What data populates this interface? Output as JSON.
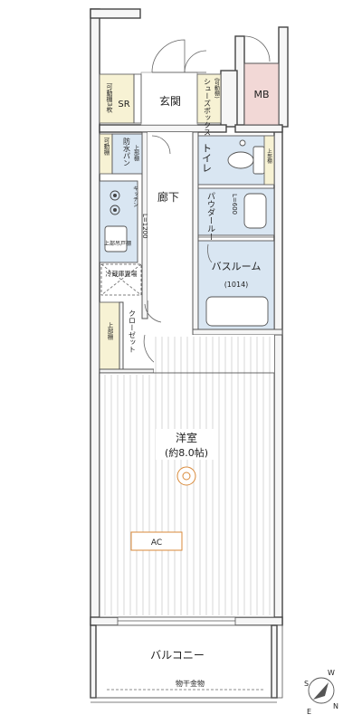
{
  "rooms": {
    "entrance": "玄関",
    "corridor": "廊下",
    "toilet": "トイレ",
    "powder_room": "パウダールーム",
    "bath_label": "バスルーム",
    "bath_size": "(1014)",
    "western_room": "洋室",
    "western_size": "(約8.0帖)",
    "balcony": "バルコニー",
    "mb": "MB"
  },
  "fixtures": {
    "sr": "SR",
    "movable_shelf_3": "可動棚3枚",
    "shoe_box": "シューズボックス",
    "shoe_box_sub": "(可動棚)",
    "movable_shelf": "可動棚",
    "washer_pan": "防水パン",
    "upper_shelf_small": "上部棚",
    "upper_shelf_wet": "上部棚",
    "kitchen": "キッチン",
    "kitchen_width": "L=1200",
    "upper_cabinet": "上部吊戸棚",
    "fridge": "冷蔵庫置場",
    "closet": "クローゼット",
    "closet_shelf": "上部棚",
    "vanity_width": "L=600",
    "ac": "AC",
    "clothes_rack": "物干金物"
  },
  "compass": {
    "s": "S",
    "w": "W",
    "e": "E",
    "n": "N"
  },
  "colors": {
    "mb_fill": "#f2d8d6",
    "storage_fill": "#f7f2d4",
    "wet_fill": "#d9e6f2",
    "ac_color": "#d98a3a"
  }
}
